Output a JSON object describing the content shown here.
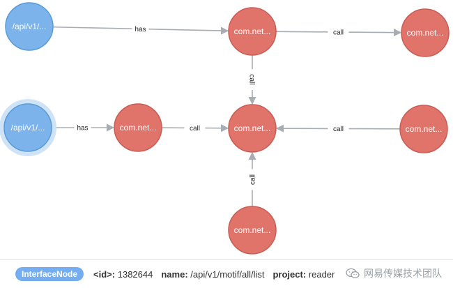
{
  "colors": {
    "api_node": "#7bb3ea",
    "api_node_stroke": "#5b9ad8",
    "method_node": "#e0736a",
    "method_node_stroke": "#c95d55",
    "selection_halo": "#cfe3f7",
    "edge": "#a8adb3",
    "badge": "#74aef0"
  },
  "graph": {
    "nodes": [
      {
        "id": "n1",
        "kind": "api",
        "label": "/api/v1/...",
        "selected": false
      },
      {
        "id": "n2",
        "kind": "method",
        "label": "com.net...",
        "selected": false
      },
      {
        "id": "n3",
        "kind": "method",
        "label": "com.net...",
        "selected": false
      },
      {
        "id": "n4",
        "kind": "api",
        "label": "/api/v1/...",
        "selected": true
      },
      {
        "id": "n5",
        "kind": "method",
        "label": "com.net...",
        "selected": false
      },
      {
        "id": "n6",
        "kind": "method",
        "label": "com.net...",
        "selected": false
      },
      {
        "id": "n7",
        "kind": "method",
        "label": "com.net...",
        "selected": false
      },
      {
        "id": "n8",
        "kind": "method",
        "label": "com.net...",
        "selected": false
      }
    ],
    "edges": [
      {
        "from": "n1",
        "to": "n2",
        "label": "has"
      },
      {
        "from": "n2",
        "to": "n3",
        "label": "call"
      },
      {
        "from": "n2",
        "to": "n6",
        "label": "call"
      },
      {
        "from": "n4",
        "to": "n5",
        "label": "has"
      },
      {
        "from": "n5",
        "to": "n6",
        "label": "call"
      },
      {
        "from": "n7",
        "to": "n6",
        "label": "call"
      },
      {
        "from": "n8",
        "to": "n6",
        "label": "call"
      }
    ]
  },
  "footer": {
    "badge": "InterfaceNode",
    "id_key": "<id>:",
    "id_value": "1382644",
    "name_key": "name:",
    "name_value": "/api/v1/motif/all/list",
    "project_key": "project:",
    "project_value": "reader"
  },
  "watermark": {
    "text": "网易传媒技术团队",
    "icon": "wechat-icon"
  }
}
